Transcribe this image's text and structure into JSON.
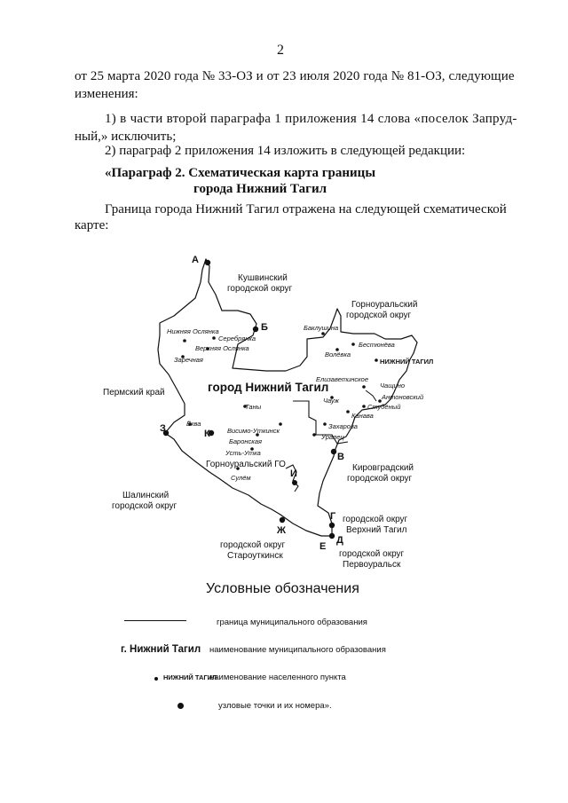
{
  "page_number": "2",
  "paragraphs": {
    "line1": "от 25 марта 2020 года № 33-ОЗ и от 23 июля 2020 года № 81-ОЗ, следующие",
    "line2": "изменения:",
    "item1_line1": "1) в части второй параграфа 1 приложения 14 слова «поселок Запруд-",
    "item1_line2": "ный,» исключить;",
    "item2": "2) параграф 2 приложения 14 изложить в следующей редакции:",
    "heading_line1": "«Параграф 2. Схематическая карта границы",
    "heading_line2": "города Нижний Тагил",
    "intro_line1": "Граница города Нижний Тагил отражена на следующей схематической",
    "intro_line2": "карте:"
  },
  "map": {
    "city_title": "город Нижний Тагил",
    "neighbors": {
      "kushva_1": "Кушвинский",
      "kushva_2": "городской округ",
      "gornoural_1": "Горноуральский",
      "gornoural_2": "городской округ",
      "perm": "Пермский край",
      "shalya_1": "Шалинский",
      "shalya_2": "городской округ",
      "kirovgrad_1": "Кировградский",
      "kirovgrad_2": "городской округ",
      "vtagil_1": "городской округ",
      "vtagil_2": "Верхний Тагил",
      "pervour_1": "городской округ",
      "pervour_2": "Первоуральск",
      "staroutk_1": "городской округ",
      "staroutk_2": "Староуткинск",
      "gornoural_go": "Горноуральский ГО"
    },
    "points": {
      "A": "А",
      "B": "Б",
      "V": "В",
      "G": "Г",
      "D": "Д",
      "E": "Е",
      "ZH": "Ж",
      "Z": "З",
      "I": "И",
      "K": "К"
    },
    "settlements": {
      "nizhnyaya_oslyanka": "Нижняя Ослянка",
      "serebryanka": "Серебрянка",
      "verkhnyaya_oslyanka": "Верхняя Ослянка",
      "zarechnaya": "Заречная",
      "baklushina": "Баклушина",
      "bestyuneva": "Бестюнёва",
      "volyovka": "Волёвка",
      "nizhny_tagil": "НИЖНИЙ ТАГИЛ",
      "elizavetinskoe": "Елизаветинское",
      "chauzh": "Чауж",
      "chashchino": "Чащино",
      "antonovsky": "Антоновский",
      "studyony": "Студёный",
      "kanava": "Канава",
      "zakharova": "Захарова",
      "uralets": "Уралец",
      "tany": "Таны",
      "visimo_utkinsk": "Висимо-Уткинск",
      "ekva": "Ёква",
      "baronskaya": "Баронская",
      "ust_utka": "Усть-Утка",
      "sulyom": "Сулём"
    }
  },
  "legend": {
    "title": "Условные обозначения",
    "border": "граница муниципального образования",
    "mun_name_sample": "г. Нижний Тагил",
    "mun_name_desc": "наименование муниципального образования",
    "settlement_sample": "нижний тагил",
    "settlement_desc": "наименование населенного пункта",
    "node_desc": "узловые точки и их номера»."
  }
}
